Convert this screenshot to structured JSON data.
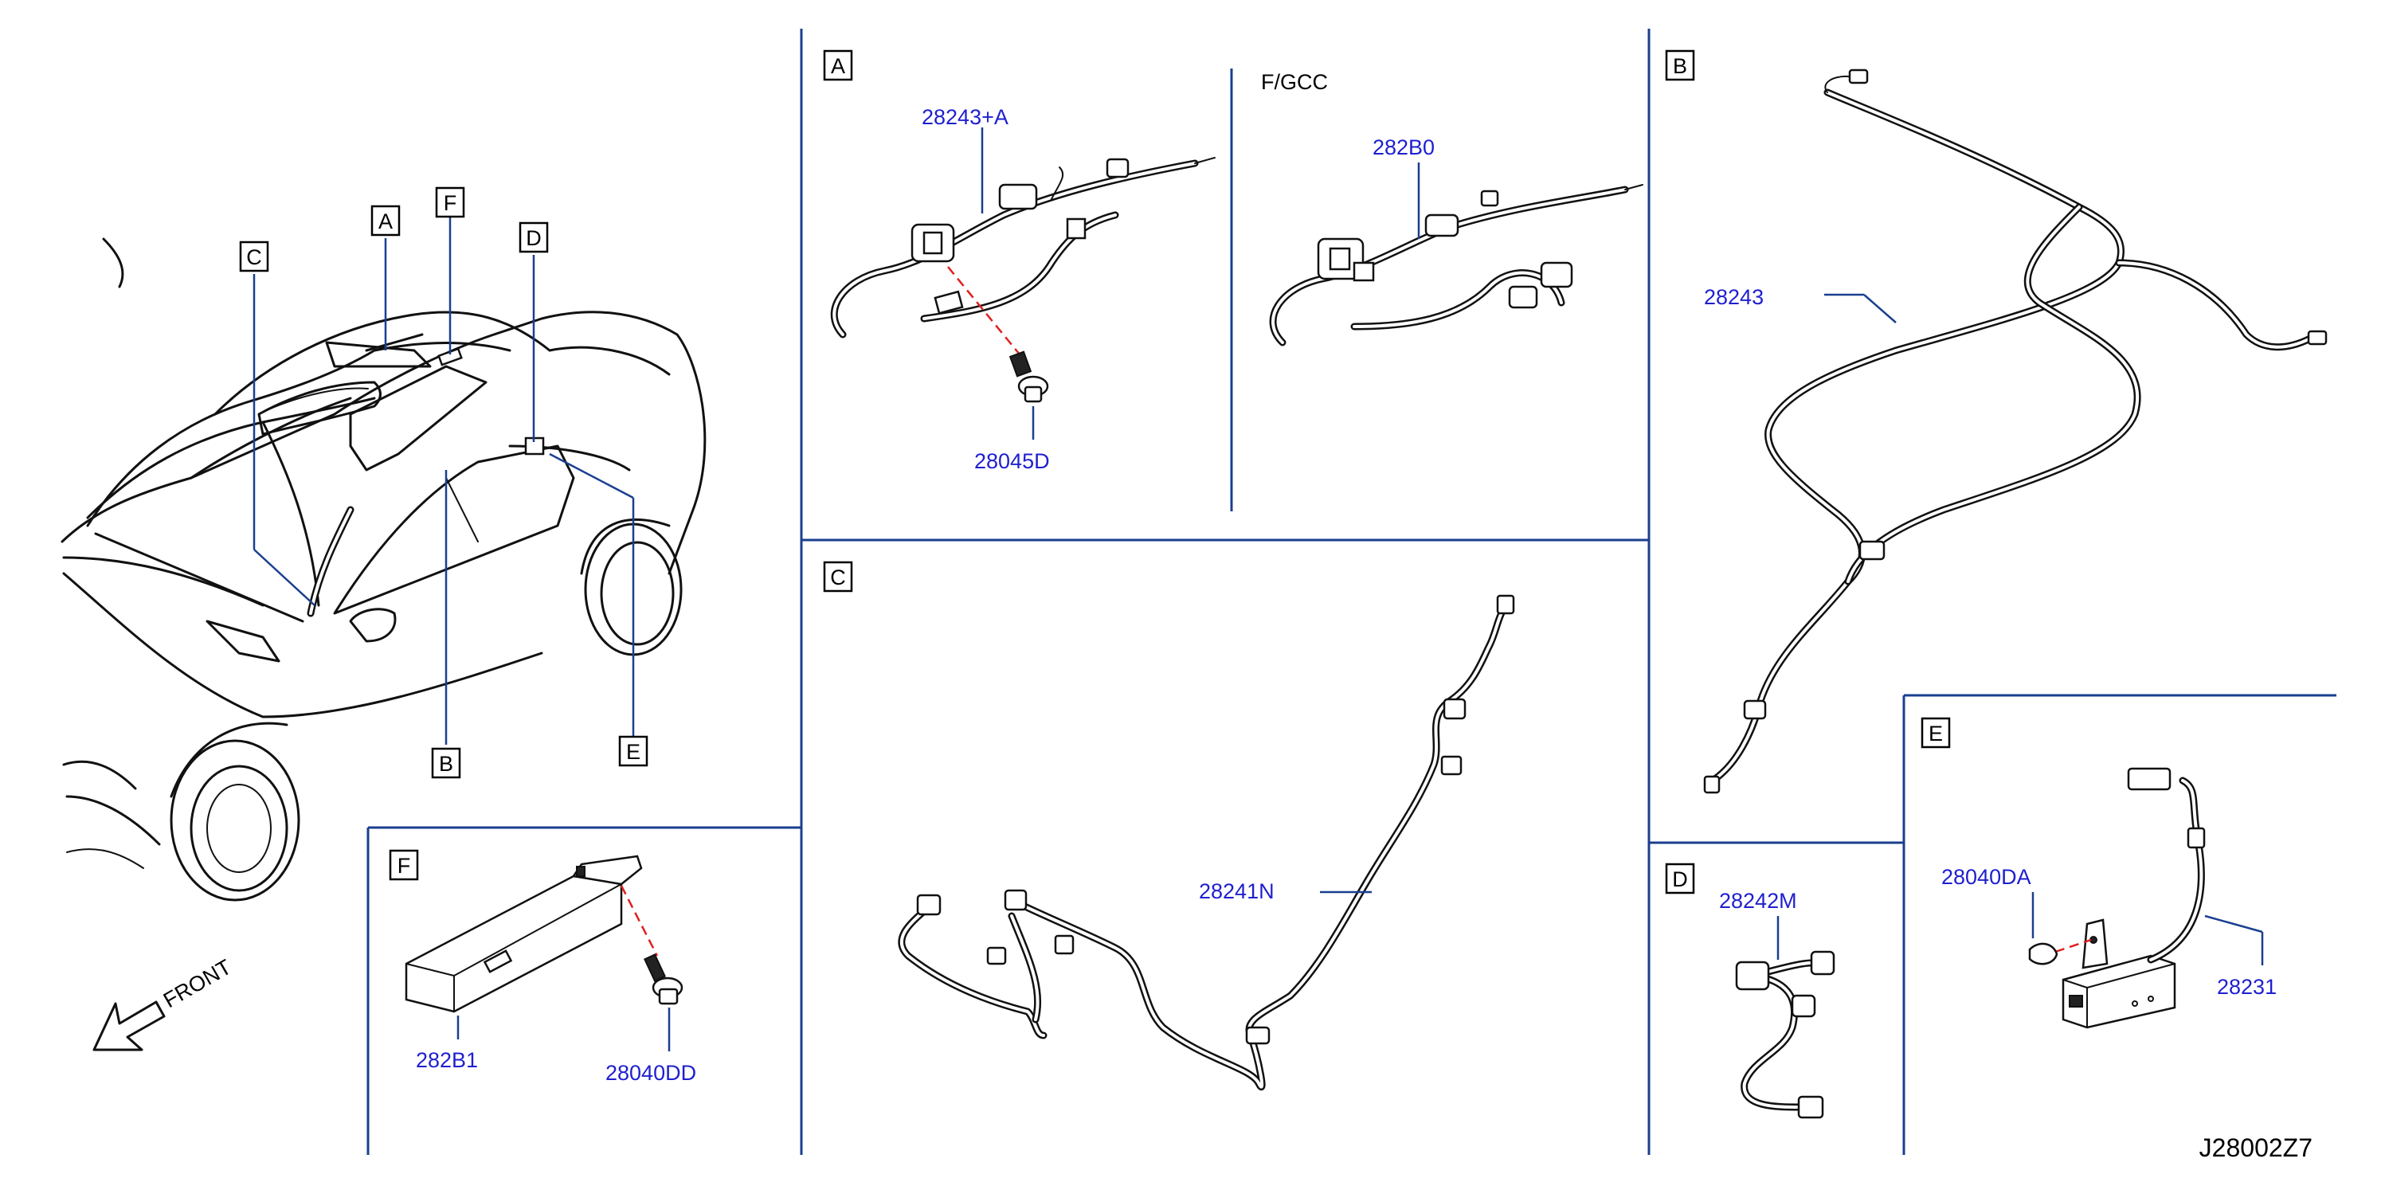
{
  "drawing_number": "J28002Z7",
  "front_label": "FRONT",
  "overview_callouts": {
    "a": "A",
    "b": "B",
    "c": "C",
    "d": "D",
    "e": "E",
    "f": "F"
  },
  "sections": {
    "a": {
      "label": "A",
      "note": "F/GCC",
      "parts": [
        "28243+A",
        "28045D",
        "282B0"
      ]
    },
    "b": {
      "label": "B",
      "parts": [
        "28243"
      ]
    },
    "c": {
      "label": "C",
      "parts": [
        "28241N"
      ]
    },
    "d": {
      "label": "D",
      "parts": [
        "28242M"
      ]
    },
    "e": {
      "label": "E",
      "parts": [
        "28040DA",
        "28231"
      ]
    },
    "f": {
      "label": "F",
      "parts": [
        "282B1",
        "28040DD"
      ]
    }
  },
  "colors": {
    "part_number": "#1f1fd0",
    "divider": "#1a3f8f",
    "fastener_line": "#e02020"
  }
}
